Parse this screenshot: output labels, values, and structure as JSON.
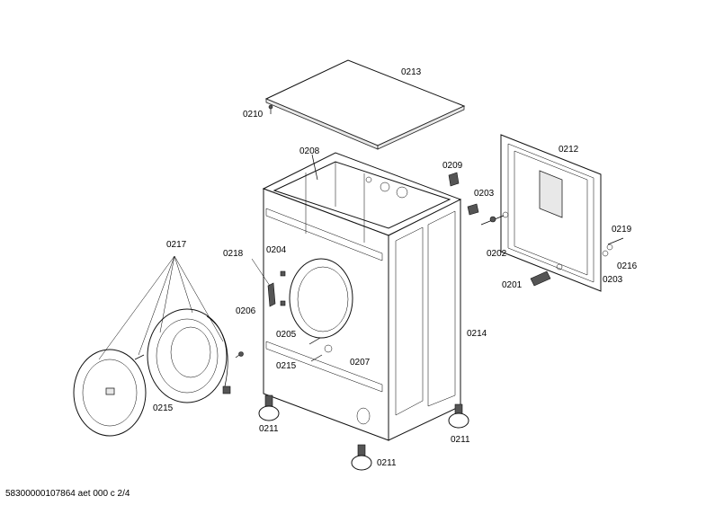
{
  "labels": {
    "p0213": "0213",
    "p0210": "0210",
    "p0208": "0208",
    "p0209": "0209",
    "p0212": "0212",
    "p0203a": "0203",
    "p0219": "0219",
    "p0202": "0202",
    "p0216": "0216",
    "p0201": "0201",
    "p0203b": "0203",
    "p0217": "0217",
    "p0218": "0218",
    "p0204": "0204",
    "p0206": "0206",
    "p0205": "0205",
    "p0214": "0214",
    "p0207": "0207",
    "p0215a": "0215",
    "p0215b": "0215",
    "p0211a": "0211",
    "p0211b": "0211",
    "p0211c": "0211"
  },
  "footer": "58300000107864 aet 000 c 2/4"
}
